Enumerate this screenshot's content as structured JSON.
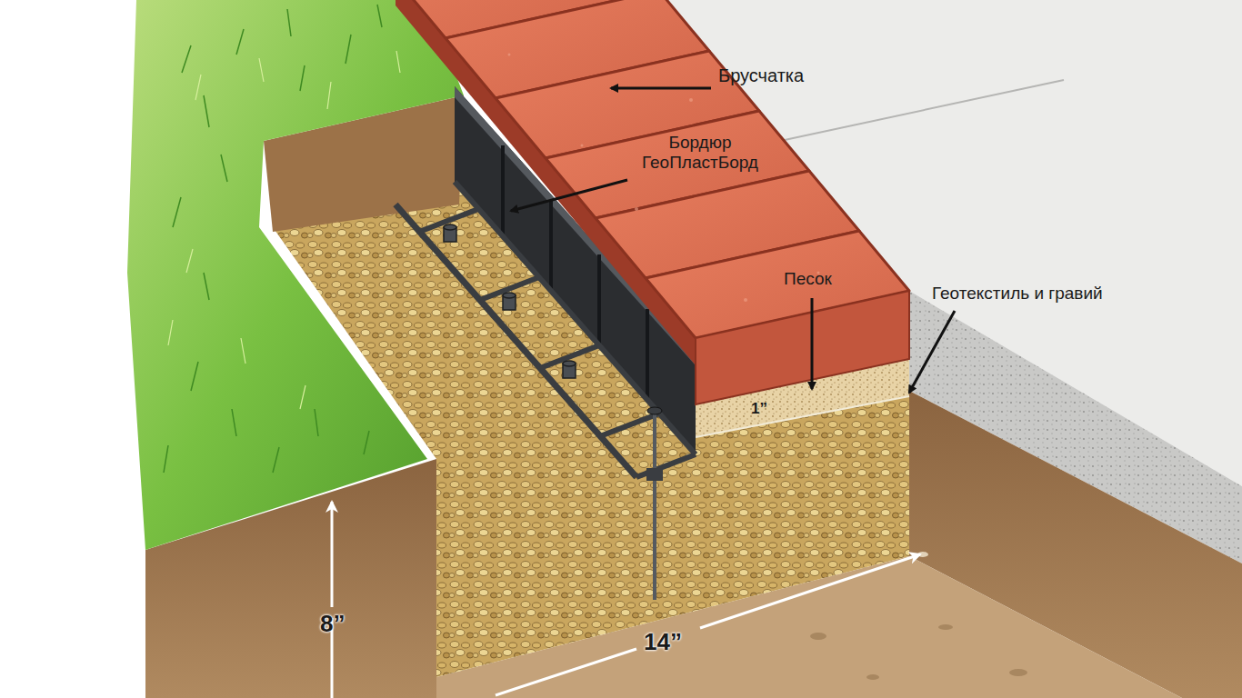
{
  "diagram": {
    "labels": [
      "Брусчатка",
      "Бордюр ГеоПластБорд",
      "Песок",
      "Геотекстиль и гравий",
      "1”",
      "8”",
      "14”"
    ]
  }
}
